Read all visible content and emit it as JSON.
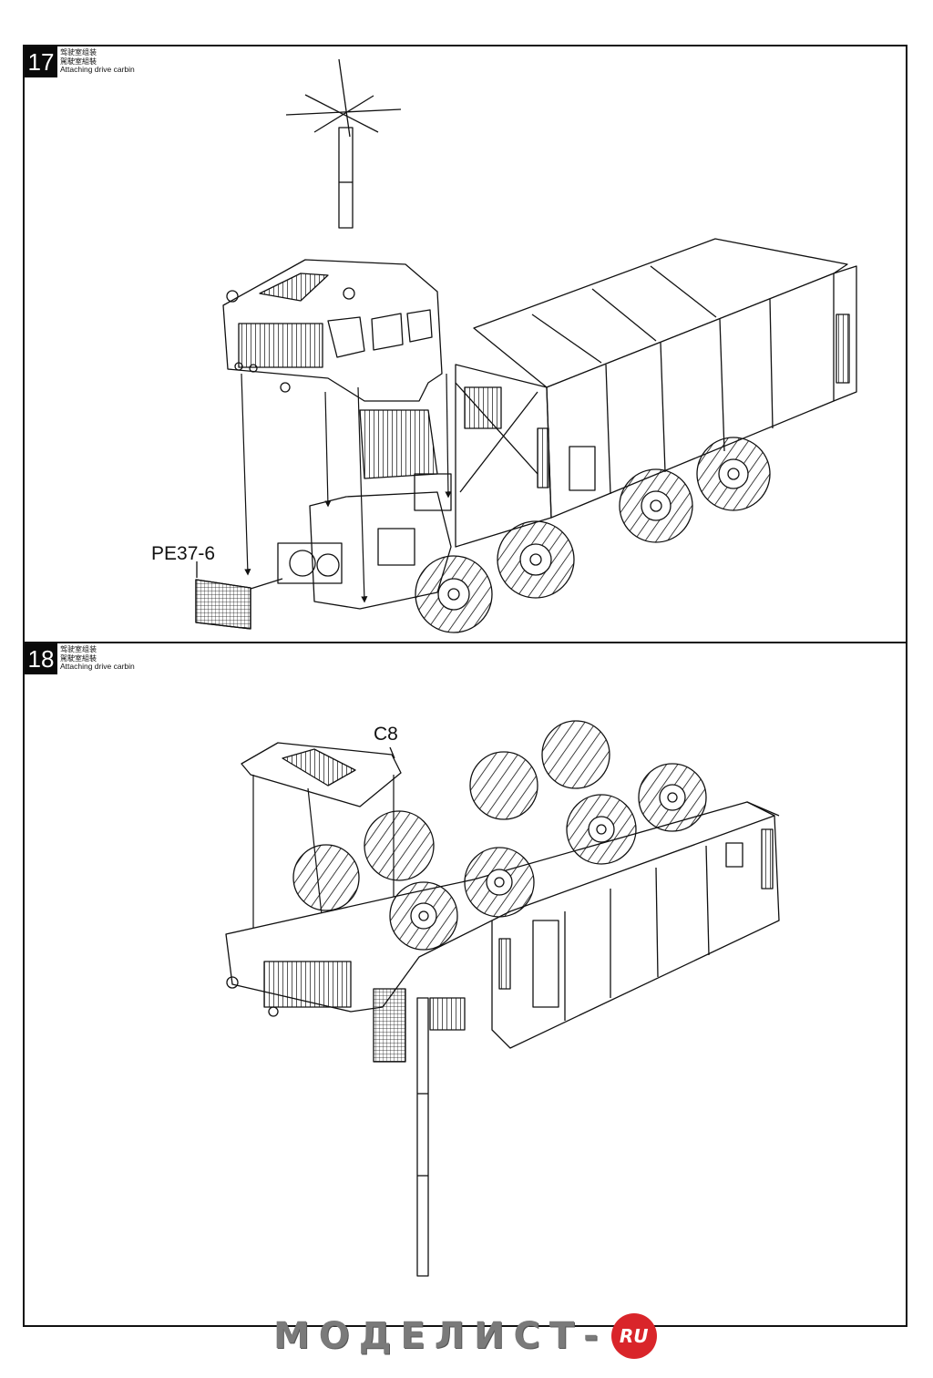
{
  "steps": [
    {
      "number": "17",
      "title_cn1": "驾驶室组装",
      "title_cn2": "駕駛室組裝",
      "title_en": "Attaching drive carbin",
      "callouts": [
        {
          "label": "PE37-6"
        }
      ]
    },
    {
      "number": "18",
      "title_cn1": "驾驶室组装",
      "title_cn2": "駕駛室組裝",
      "title_en": "Attaching drive carbin",
      "callouts": [
        {
          "label": "C8"
        }
      ]
    }
  ],
  "watermark": {
    "text": "МОДЕЛИСТ-",
    "badge": "RU",
    "badge_color": "#d9252a"
  },
  "colors": {
    "line": "#111111",
    "background": "#ffffff"
  }
}
